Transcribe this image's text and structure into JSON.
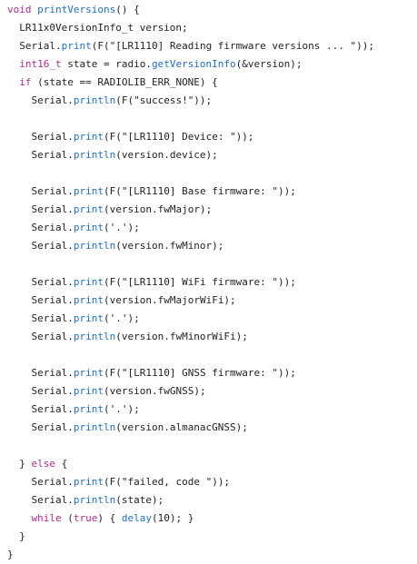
{
  "code": {
    "lines": [
      [
        {
          "t": "void",
          "k": "kw"
        },
        {
          "t": " "
        },
        {
          "t": "printVersions",
          "k": "fn"
        },
        {
          "t": "() {"
        }
      ],
      [
        {
          "t": "  LR11x0VersionInfo_t version;"
        }
      ],
      [
        {
          "t": "  Serial."
        },
        {
          "t": "print",
          "k": "fn"
        },
        {
          "t": "(F(\"[LR1110] Reading firmware versions ... \"));"
        }
      ],
      [
        {
          "t": "  "
        },
        {
          "t": "int16_t",
          "k": "kw"
        },
        {
          "t": " state = radio."
        },
        {
          "t": "getVersionInfo",
          "k": "fn"
        },
        {
          "t": "(&version);"
        }
      ],
      [
        {
          "t": "  "
        },
        {
          "t": "if",
          "k": "kw"
        },
        {
          "t": " (state == RADIOLIB_ERR_NONE) {"
        }
      ],
      [
        {
          "t": "    Serial."
        },
        {
          "t": "println",
          "k": "fn"
        },
        {
          "t": "(F(\"success!\"));"
        }
      ],
      [],
      [
        {
          "t": "    Serial."
        },
        {
          "t": "print",
          "k": "fn"
        },
        {
          "t": "(F(\"[LR1110] Device: \"));"
        }
      ],
      [
        {
          "t": "    Serial."
        },
        {
          "t": "println",
          "k": "fn"
        },
        {
          "t": "(version.device);"
        }
      ],
      [],
      [
        {
          "t": "    Serial."
        },
        {
          "t": "print",
          "k": "fn"
        },
        {
          "t": "(F(\"[LR1110] Base firmware: \"));"
        }
      ],
      [
        {
          "t": "    Serial."
        },
        {
          "t": "print",
          "k": "fn"
        },
        {
          "t": "(version.fwMajor);"
        }
      ],
      [
        {
          "t": "    Serial."
        },
        {
          "t": "print",
          "k": "fn"
        },
        {
          "t": "('.');"
        }
      ],
      [
        {
          "t": "    Serial."
        },
        {
          "t": "println",
          "k": "fn"
        },
        {
          "t": "(version.fwMinor);"
        }
      ],
      [],
      [
        {
          "t": "    Serial."
        },
        {
          "t": "print",
          "k": "fn"
        },
        {
          "t": "(F(\"[LR1110] WiFi firmware: \"));"
        }
      ],
      [
        {
          "t": "    Serial."
        },
        {
          "t": "print",
          "k": "fn"
        },
        {
          "t": "(version.fwMajorWiFi);"
        }
      ],
      [
        {
          "t": "    Serial."
        },
        {
          "t": "print",
          "k": "fn"
        },
        {
          "t": "('.');"
        }
      ],
      [
        {
          "t": "    Serial."
        },
        {
          "t": "println",
          "k": "fn"
        },
        {
          "t": "(version.fwMinorWiFi);"
        }
      ],
      [],
      [
        {
          "t": "    Serial."
        },
        {
          "t": "print",
          "k": "fn"
        },
        {
          "t": "(F(\"[LR1110] GNSS firmware: \"));"
        }
      ],
      [
        {
          "t": "    Serial."
        },
        {
          "t": "print",
          "k": "fn"
        },
        {
          "t": "(version.fwGNSS);"
        }
      ],
      [
        {
          "t": "    Serial."
        },
        {
          "t": "print",
          "k": "fn"
        },
        {
          "t": "('.');"
        }
      ],
      [
        {
          "t": "    Serial."
        },
        {
          "t": "println",
          "k": "fn"
        },
        {
          "t": "(version.almanacGNSS);"
        }
      ],
      [],
      [
        {
          "t": "  } "
        },
        {
          "t": "else",
          "k": "kw"
        },
        {
          "t": " {"
        }
      ],
      [
        {
          "t": "    Serial."
        },
        {
          "t": "print",
          "k": "fn"
        },
        {
          "t": "(F(\"failed, code \"));"
        }
      ],
      [
        {
          "t": "    Serial."
        },
        {
          "t": "println",
          "k": "fn"
        },
        {
          "t": "(state);"
        }
      ],
      [
        {
          "t": "    "
        },
        {
          "t": "while",
          "k": "kw"
        },
        {
          "t": " ("
        },
        {
          "t": "true",
          "k": "kw"
        },
        {
          "t": ") { "
        },
        {
          "t": "delay",
          "k": "fn"
        },
        {
          "t": "(10); }"
        }
      ],
      [
        {
          "t": "  }"
        }
      ],
      [
        {
          "t": "}"
        }
      ]
    ]
  },
  "colors": {
    "keyword": "#b32a8e",
    "function": "#1f6fc5",
    "text": "#222222",
    "background": "#ffffff"
  }
}
